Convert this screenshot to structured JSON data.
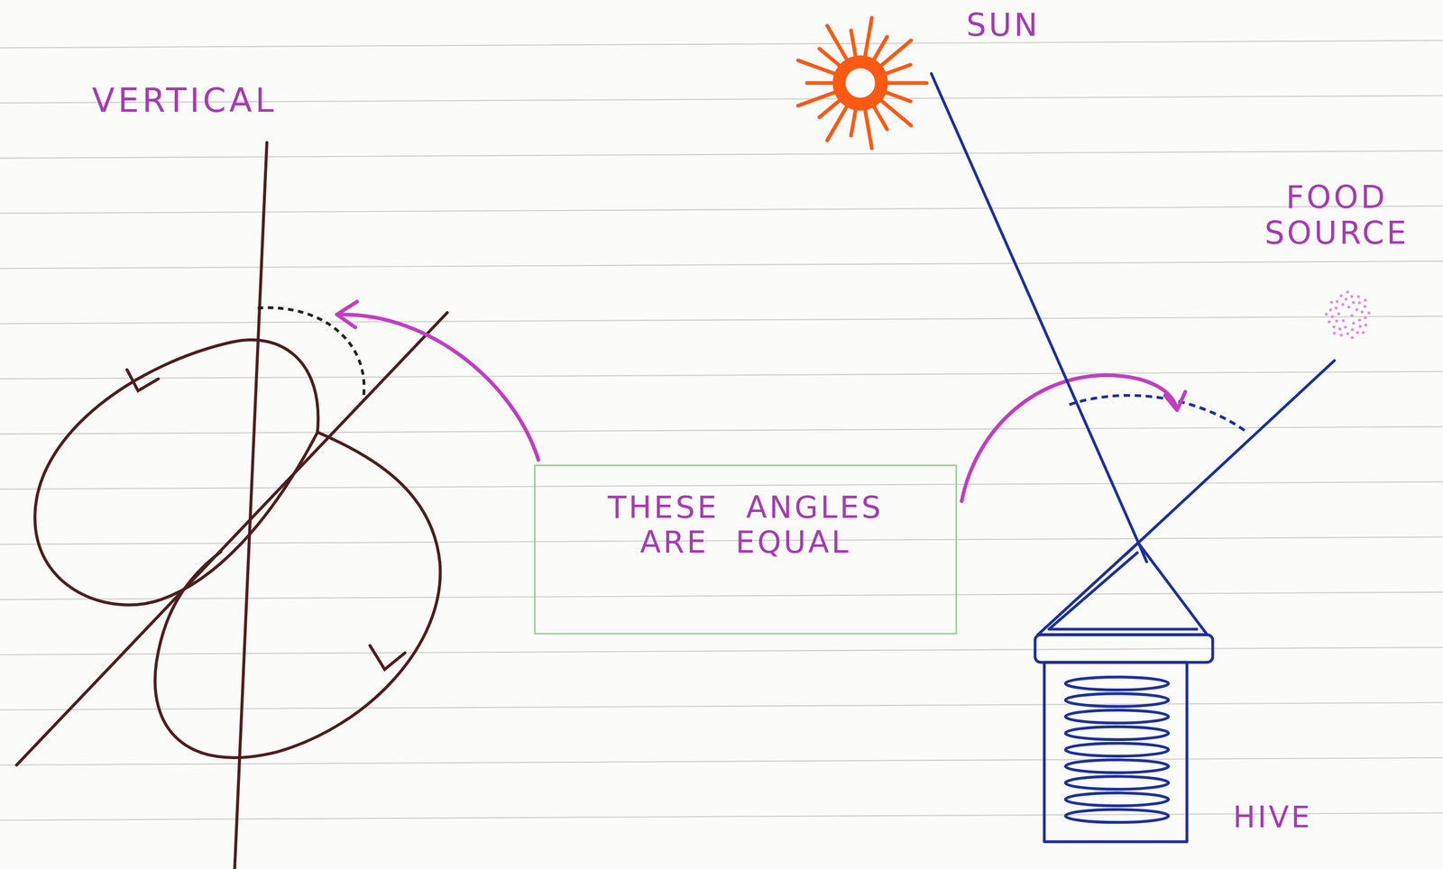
{
  "diagram": {
    "nodes": [
      {
        "text": [
          "SUN"
        ]
      },
      {
        "text": [
          "FOOD SOURCE"
        ]
      },
      {
        "text": [
          "THESE ANGLES ARE EQUAL"
        ]
      },
      {
        "text": [
          "HIVE"
        ]
      }
    ],
    "edges": [
      {
        "from": 3,
        "to": 0,
        "arrow": "none"
      },
      {
        "from": 3,
        "to": 1,
        "arrow": "none"
      }
    ],
    "labels": [
      "VERTICAL"
    ]
  }
}
